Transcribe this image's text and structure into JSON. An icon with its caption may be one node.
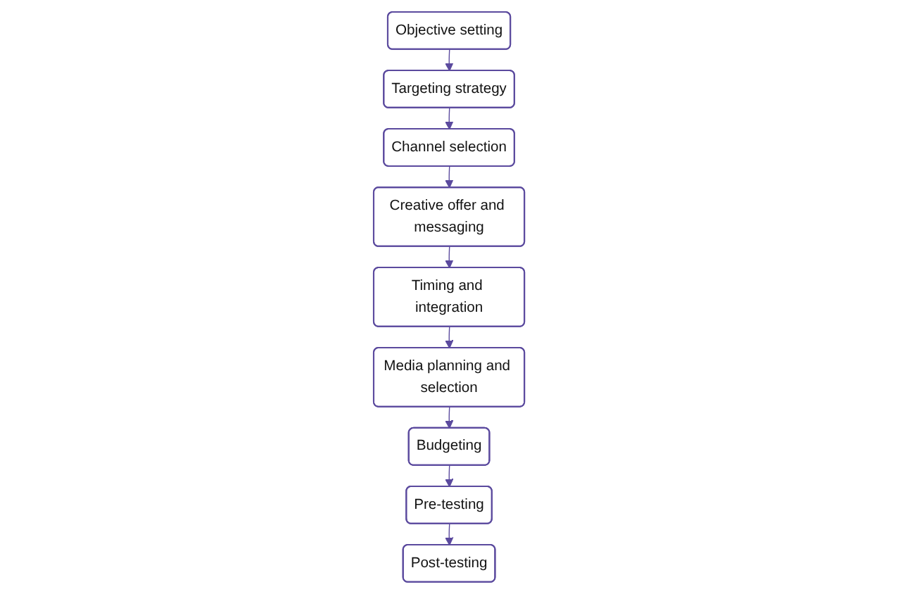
{
  "diagram": {
    "nodes": [
      {
        "text": [
          "Objective setting"
        ]
      },
      {
        "text": [
          "Targeting strategy"
        ]
      },
      {
        "text": [
          "Channel selection"
        ]
      },
      {
        "text": [
          "Creative offer and messaging"
        ]
      },
      {
        "text": [
          "Timing and integration"
        ]
      },
      {
        "text": [
          "Media planning and selection"
        ]
      },
      {
        "text": [
          "Budgeting"
        ]
      },
      {
        "text": [
          "Pre-testing"
        ]
      },
      {
        "text": [
          "Post-testing"
        ]
      }
    ],
    "edges": [
      {
        "from": 0,
        "to": 1,
        "arrow": "to"
      },
      {
        "from": 1,
        "to": 2,
        "arrow": "to"
      },
      {
        "from": 2,
        "to": 3,
        "arrow": "to"
      },
      {
        "from": 3,
        "to": 4,
        "arrow": "to"
      },
      {
        "from": 4,
        "to": 5,
        "arrow": "to"
      },
      {
        "from": 5,
        "to": 6,
        "arrow": "to"
      },
      {
        "from": 6,
        "to": 7,
        "arrow": "to"
      },
      {
        "from": 7,
        "to": 8,
        "arrow": "to"
      }
    ]
  }
}
